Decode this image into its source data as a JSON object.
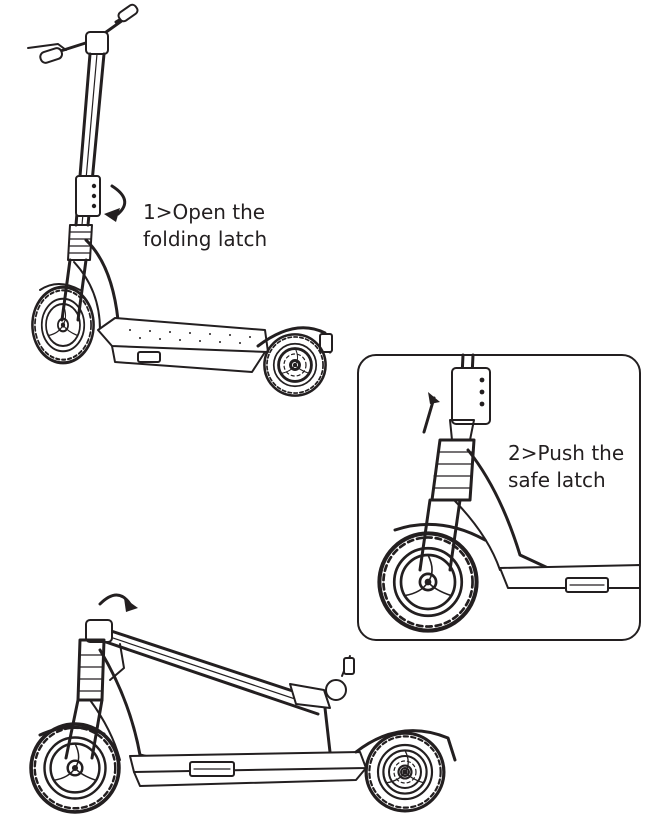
{
  "steps": [
    {
      "number": "1",
      "line1": "Open the",
      "line2": "folding latch"
    },
    {
      "number": "2",
      "line1": "Push the",
      "line2": "safe latch"
    }
  ],
  "separator": ">",
  "colors": {
    "ink": "#231f20",
    "background": "#ffffff"
  },
  "icons": [
    "curved-arrow-icon",
    "straight-arrow-icon",
    "fold-arrow-icon"
  ]
}
